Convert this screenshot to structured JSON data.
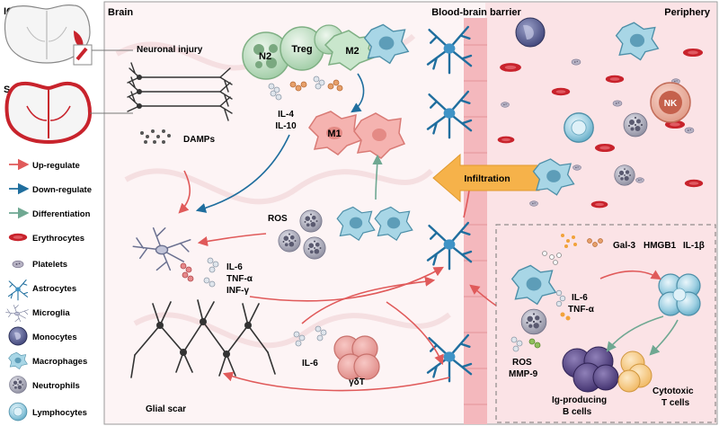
{
  "left_panel": {
    "ich_label": "ICH",
    "sah_label": "SAH",
    "legend": [
      {
        "key": "up",
        "label": "Up-regulate",
        "icon": "red-arrow-icon",
        "color": "#e05a5a"
      },
      {
        "key": "down",
        "label": "Down-regulate",
        "icon": "blue-arrow-icon",
        "color": "#1f6e9e"
      },
      {
        "key": "diff",
        "label": "Differentiation",
        "icon": "green-arrow-icon",
        "color": "#6fa892"
      },
      {
        "key": "ery",
        "label": "Erythrocytes",
        "icon": "erythrocyte-icon"
      },
      {
        "key": "plt",
        "label": "Platelets",
        "icon": "platelet-icon"
      },
      {
        "key": "astro",
        "label": "Astrocytes",
        "icon": "astrocyte-icon"
      },
      {
        "key": "micro",
        "label": "Microglia",
        "icon": "microglia-icon"
      },
      {
        "key": "mono",
        "label": "Monocytes",
        "icon": "monocyte-icon"
      },
      {
        "key": "macro",
        "label": "Macrophages",
        "icon": "macrophage-icon"
      },
      {
        "key": "neut",
        "label": "Neutrophils",
        "icon": "neutrophil-icon"
      },
      {
        "key": "lymph",
        "label": "Lymphocytes",
        "icon": "lymphocyte-icon"
      }
    ]
  },
  "regions": {
    "brain": "Brain",
    "bbb": "Blood-brain barrier",
    "periphery": "Periphery"
  },
  "brain": {
    "neuronal_injury": "Neuronal injury",
    "damps": "DAMPs",
    "n2": "N2",
    "treg": "Treg",
    "m2": "M2",
    "m1": "M1",
    "il4": "IL-4",
    "il10": "IL-10",
    "ros": "ROS",
    "il6": "IL-6",
    "tnfa": "TNF-α",
    "infg": "INF-γ",
    "il6_lower": "IL-6",
    "gdt": "γδT",
    "glial_scar": "Glial scar"
  },
  "periphery": {
    "infiltration": "Infiltration",
    "nk": "NK",
    "gal3": "Gal-3",
    "hmgb1": "HMGB1",
    "il1b": "IL-1β",
    "il6": "IL-6",
    "tnfa": "TNF-α",
    "ros": "ROS",
    "mmp9": "MMP-9",
    "b_cells_1": "Ig-producing",
    "b_cells_2": "B cells",
    "t_cells_1": "Cytotoxic",
    "t_cells_2": "T cells"
  },
  "colors": {
    "up": "#e05a5a",
    "down": "#1f6e9e",
    "diff": "#6fa892",
    "periphery_bg": "#fbe3e6",
    "brain_bg": "#fdf4f5",
    "erythrocyte": "#c8232c",
    "infiltration": "#f6b24a"
  }
}
